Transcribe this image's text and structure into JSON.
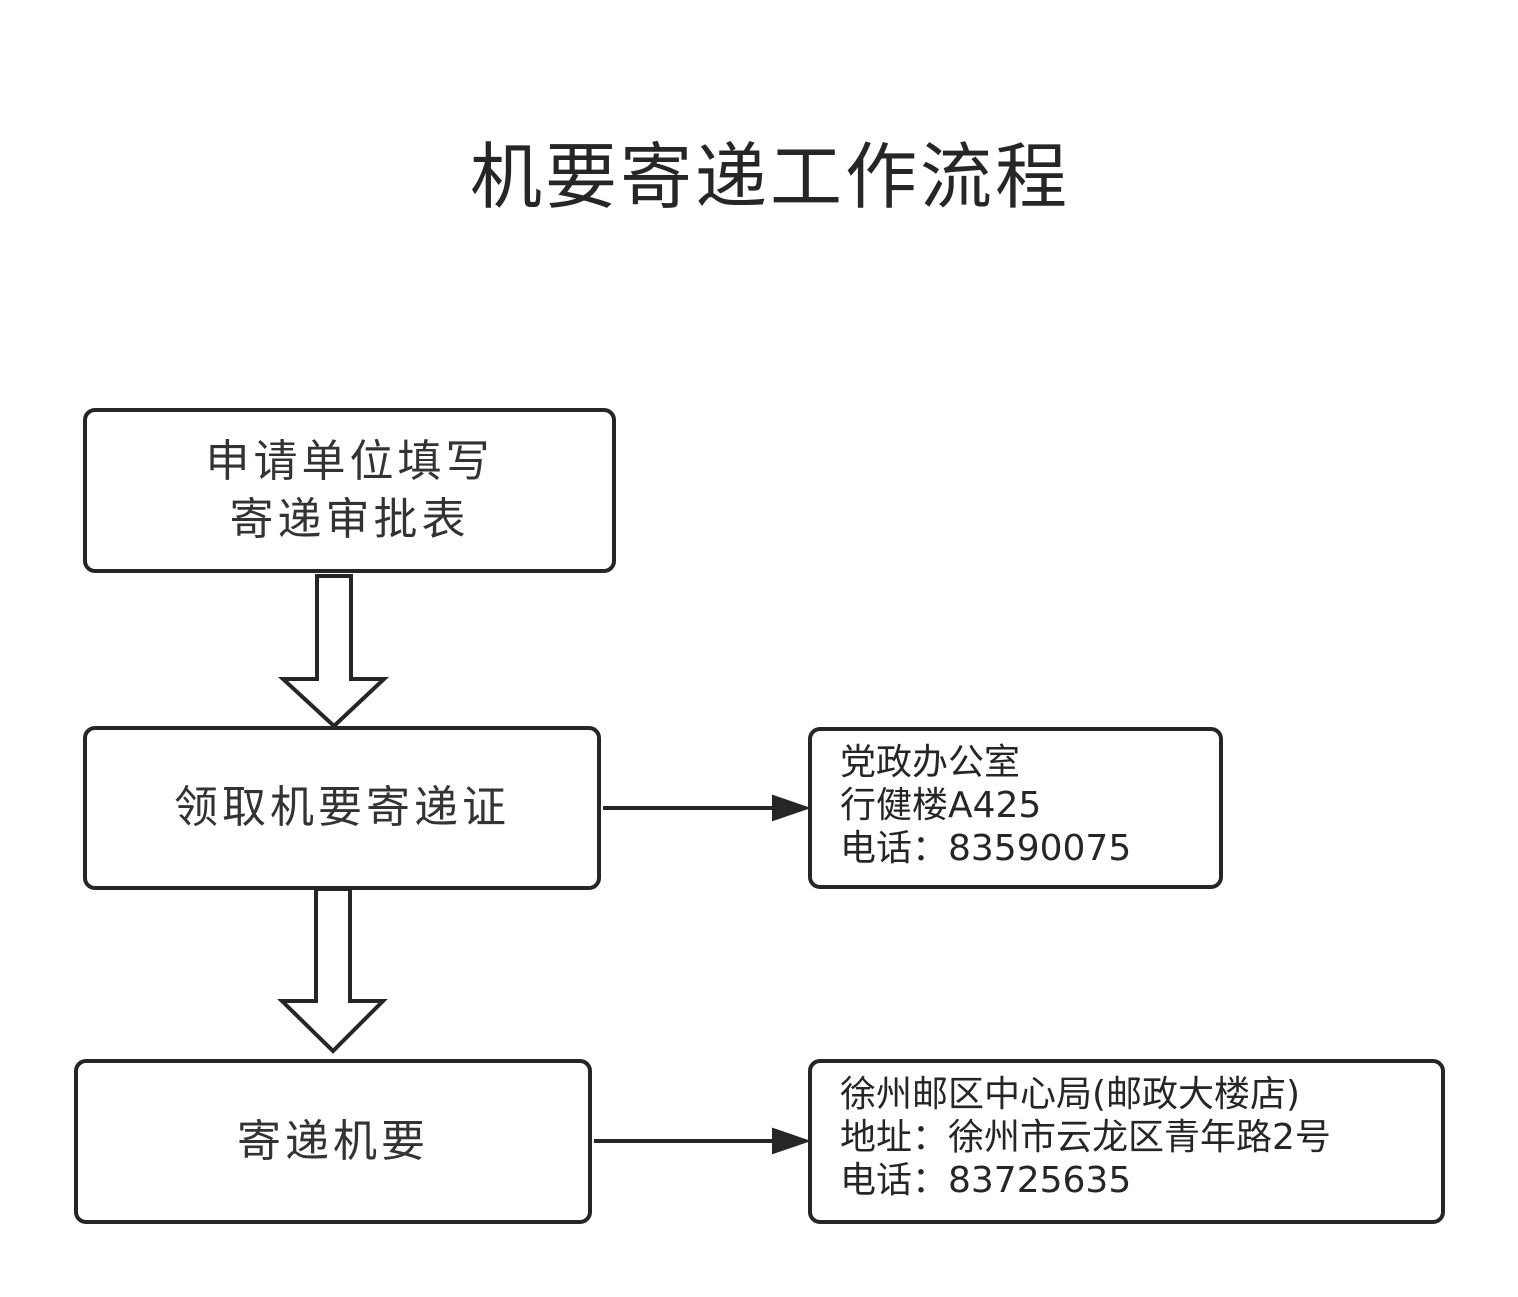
{
  "title": "机要寄递工作流程",
  "steps": [
    {
      "lines": [
        "申请单位填写",
        "寄递审批表"
      ]
    },
    {
      "lines": [
        "领取机要寄递证"
      ]
    },
    {
      "lines": [
        "寄递机要"
      ]
    }
  ],
  "notes": [
    {
      "lines": [
        "党政办公室",
        "行健楼A425",
        "电话：83590075"
      ]
    },
    {
      "lines": [
        "徐州邮区中心局(邮政大楼店)",
        "地址：徐州市云龙区青年路2号",
        "电话：83725635"
      ]
    }
  ],
  "colors": {
    "stroke": "#262626",
    "background": "#ffffff"
  }
}
